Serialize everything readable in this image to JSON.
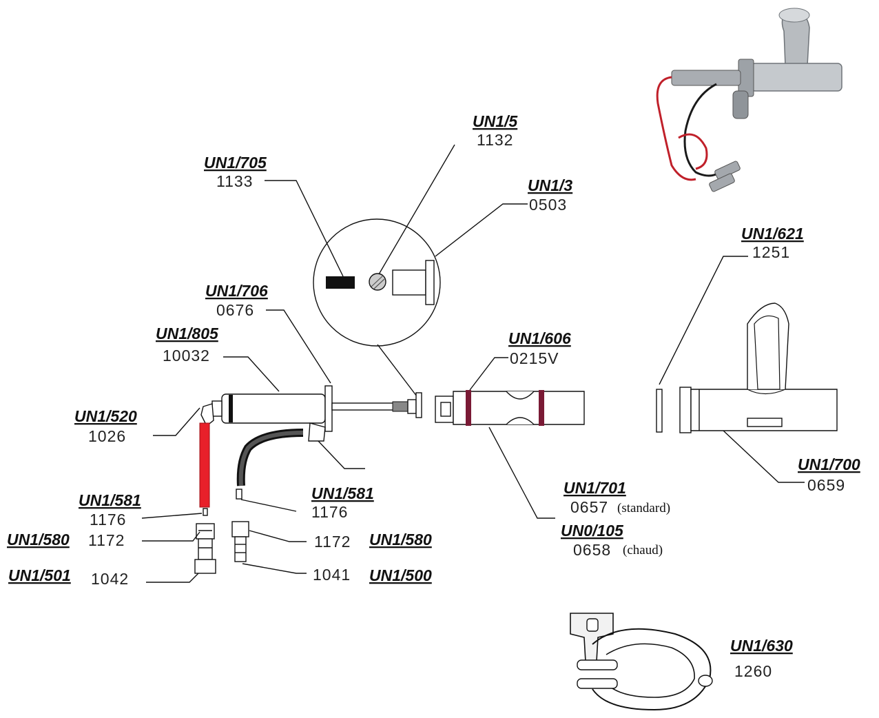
{
  "labels": {
    "un1_5": {
      "ref": "UN1/5",
      "code": "1132"
    },
    "un1_705": {
      "ref": "UN1/705",
      "code": "1133"
    },
    "un1_3": {
      "ref": "UN1/3",
      "code": "0503"
    },
    "un1_706": {
      "ref": "UN1/706",
      "code": "0676"
    },
    "un1_805": {
      "ref": "UN1/805",
      "code": "10032"
    },
    "un1_606": {
      "ref": "UN1/606",
      "code": "0215V"
    },
    "un1_621": {
      "ref": "UN1/621",
      "code": "1251"
    },
    "un1_520": {
      "ref": "UN1/520",
      "code": "1026"
    },
    "un1_581_left": {
      "ref": "UN1/581",
      "code": "1176"
    },
    "un1_580_left": {
      "ref": "UN1/580",
      "code": "1172"
    },
    "un1_501": {
      "ref": "UN1/501",
      "code": "1042"
    },
    "un1_581_right": {
      "ref": "UN1/581",
      "code": "1176"
    },
    "un1_580_right": {
      "ref": "UN1/580",
      "code": "1172"
    },
    "un1_500": {
      "ref": "UN1/500",
      "code": "1041"
    },
    "un1_701": {
      "ref": "UN1/701",
      "code": "0657",
      "note": "(standard)"
    },
    "un0_105": {
      "ref": "UN0/105",
      "code": "0658",
      "note": "(chaud)"
    },
    "un1_700": {
      "ref": "UN1/700",
      "code": "0659"
    },
    "un1_630": {
      "ref": "UN1/630",
      "code": "1260"
    }
  },
  "colors": {
    "red_tube": "#e8202a",
    "band": "#7a1a35",
    "line": "#111111"
  },
  "icons": [
    "assembled-probe-photo",
    "clamp-icon"
  ]
}
